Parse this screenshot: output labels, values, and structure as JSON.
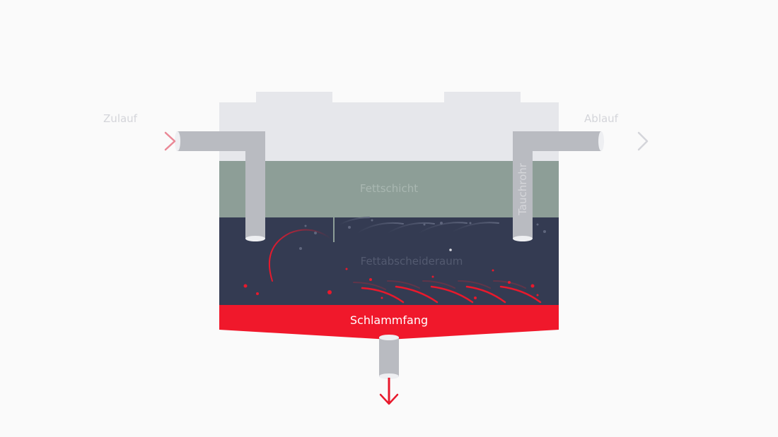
{
  "labels": {
    "inlet": "Zulauf",
    "outlet": "Ablauf",
    "dip_pipe": "Tauchrohr",
    "fat_layer": "Fettschicht",
    "separator_chamber": "Fettabscheideraum",
    "sludge_trap": "Schlammfang"
  },
  "colors": {
    "background": "#fafafa",
    "tank_top": "#e6e7eb",
    "fat_layer": "#8d9e97",
    "separator_chamber": "#343b52",
    "sludge_trap": "#f0182b",
    "pipe": "#b9bbc1",
    "pipe_end": "#eeeff2",
    "arrow_gray": "#d4d5da",
    "accent_red": "#e8192c"
  }
}
